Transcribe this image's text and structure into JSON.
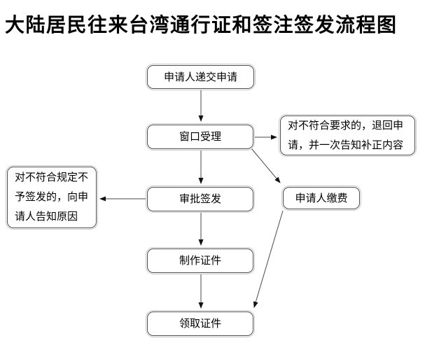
{
  "title": "大陆居民往来台湾通行证和签注签发流程图",
  "colors": {
    "background": "#ffffff",
    "text": "#000000",
    "box_border": "#4d4d4d",
    "box_shadow_ring": "#c9c9c9",
    "arrow_line": "#4a4a4a",
    "arrow_head": "#111111"
  },
  "flowchart": {
    "nodes": {
      "submit": {
        "label": "申请人递交申请"
      },
      "accept": {
        "label": "窗口受理"
      },
      "reject": {
        "label": "对不符合要求的，退回申\n请，并一次告知补正内容"
      },
      "approve": {
        "label": "审批签发"
      },
      "deny": {
        "label": "对不符合规定不\n予签发的，向申\n请人告知原因"
      },
      "pay": {
        "label": "申请人缴费"
      },
      "produce": {
        "label": "制作证件"
      },
      "collect": {
        "label": "领取证件"
      }
    },
    "edges": [
      {
        "from": "submit",
        "to": "accept"
      },
      {
        "from": "accept",
        "to": "reject"
      },
      {
        "from": "accept",
        "to": "approve"
      },
      {
        "from": "accept",
        "to": "pay"
      },
      {
        "from": "approve",
        "to": "deny"
      },
      {
        "from": "approve",
        "to": "produce"
      },
      {
        "from": "produce",
        "to": "collect"
      },
      {
        "from": "pay",
        "to": "collect"
      }
    ]
  }
}
